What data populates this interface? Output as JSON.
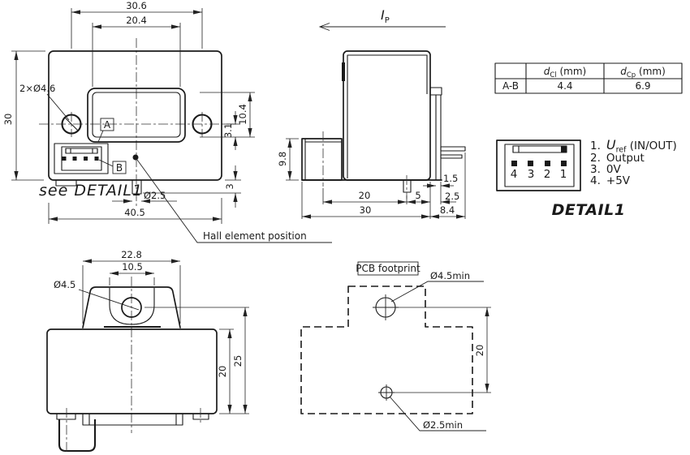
{
  "style": {
    "line_color": "#1a1a1a",
    "background": "#ffffff"
  },
  "front": {
    "dim_hole_spacing": "30.6",
    "dim_window_width": "20.4",
    "dim_height": "30",
    "dim_holes": "2×Ø4.6",
    "dim_window_height": "10.4",
    "dim_center_offset": "3.1",
    "dim_pin_length": "3",
    "dim_pin_dia": "Ø2.5",
    "dim_total_width": "40.5",
    "label_a": "A",
    "label_b": "B",
    "see_detail": "see DETAIL1",
    "hall_label": "Hall element position"
  },
  "side": {
    "current_base": "I",
    "current_sub": "P",
    "dim_block_height": "9.8",
    "dim_pin_distance": "20",
    "dim_pin_to_edge": "5",
    "dim_depth": "30",
    "dim_flange": "8.4",
    "dim_flange_thk": "1.5",
    "dim_edge_to_flange": "2.5"
  },
  "table": {
    "row_label": "A-B",
    "col1_base": "d",
    "col1_sub": "Cl",
    "col1_unit": " (mm)",
    "col2_base": "d",
    "col2_sub": "Cp",
    "col2_unit": " (mm)",
    "val_dcl": "4.4",
    "val_dcp": "6.9"
  },
  "detail1": {
    "title": "DETAIL1",
    "pin_numbers": [
      "4",
      "3",
      "2",
      "1"
    ],
    "pins": [
      {
        "num": "1.",
        "base": "U",
        "sub": "ref",
        "rest": " (IN/OUT)"
      },
      {
        "num": "2.",
        "label": "Output"
      },
      {
        "num": "3.",
        "label": "0V"
      },
      {
        "num": "4.",
        "label": "+5V"
      }
    ]
  },
  "top_view": {
    "dim_clamp_width": "22.8",
    "dim_inner_width": "10.5",
    "dim_hole": "Ø4.5",
    "dim_body_height": "20",
    "dim_total_height": "25"
  },
  "pcb": {
    "label": "PCB footprint",
    "dim_hole_big": "Ø4.5min",
    "dim_hole_small": "Ø2.5min",
    "dim_hole_spacing": "20"
  }
}
